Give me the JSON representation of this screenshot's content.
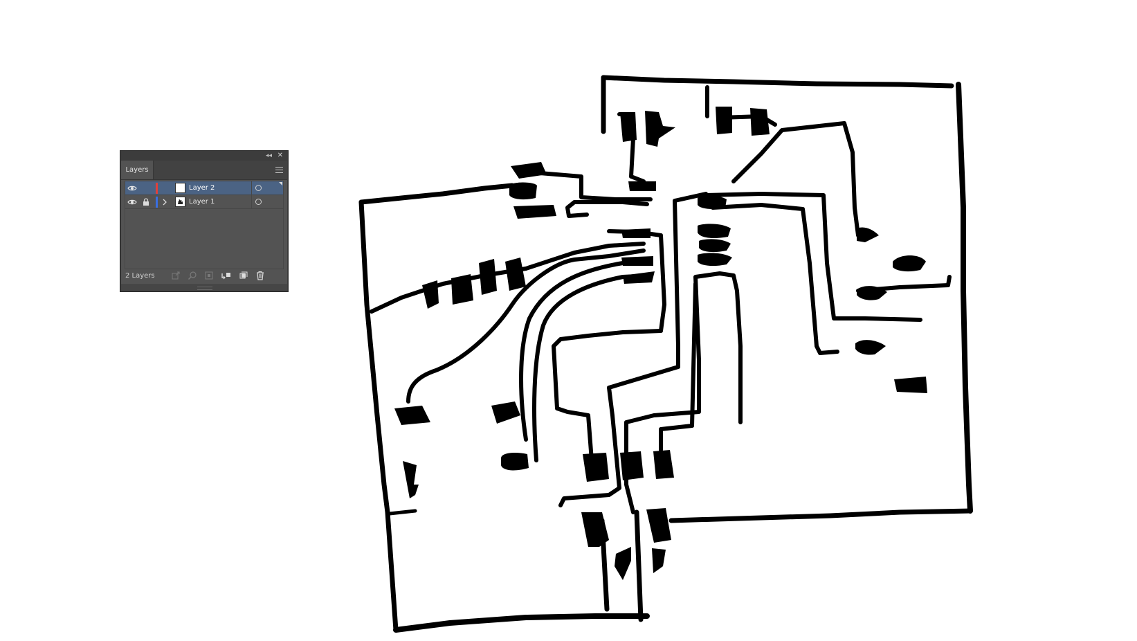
{
  "app": {
    "canvas_background": "#ffffff",
    "artwork_color": "#000000"
  },
  "layers_panel": {
    "tab_label": "Layers",
    "collapse_glyph": "◂◂",
    "close_glyph": "✕",
    "menu_icon": "hamburger-menu-icon",
    "layers": [
      {
        "name": "Layer 2",
        "color": "#e0403a",
        "visible": true,
        "locked": false,
        "has_children": false,
        "selected": true
      },
      {
        "name": "Layer 1",
        "color": "#3a6fe0",
        "visible": true,
        "locked": true,
        "has_children": true,
        "selected": false
      }
    ],
    "layer_count_label": "2 Layers",
    "footer_icons": [
      "export-icon",
      "locate-object-icon",
      "clipping-mask-icon",
      "new-sublayer-icon",
      "new-layer-icon",
      "delete-icon"
    ]
  }
}
